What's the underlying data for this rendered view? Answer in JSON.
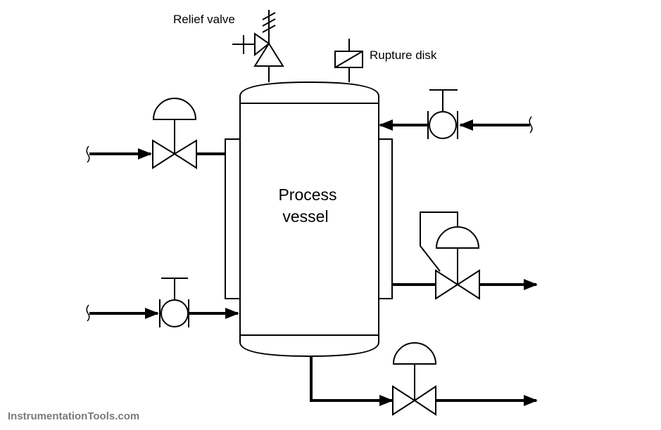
{
  "labels": {
    "relief_valve": "Relief valve",
    "rupture_disk": "Rupture disk",
    "vessel_line1": "Process",
    "vessel_line2": "vessel"
  },
  "watermark": "InstrumentationTools.com",
  "colors": {
    "line": "#000000",
    "watermark": "#7a7a7a",
    "background": "#ffffff"
  }
}
